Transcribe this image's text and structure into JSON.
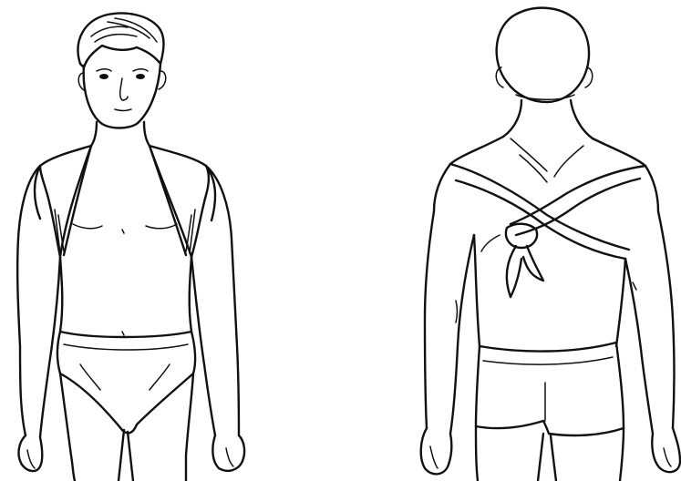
{
  "figures": [
    {
      "id": "front-view",
      "icon": "person-front-with-figure-eight-shoulder-bandage"
    },
    {
      "id": "back-view",
      "icon": "person-back-with-crossed-shoulder-bandage-knot"
    }
  ],
  "colors": {
    "line": "#111111",
    "background": "#ffffff"
  }
}
